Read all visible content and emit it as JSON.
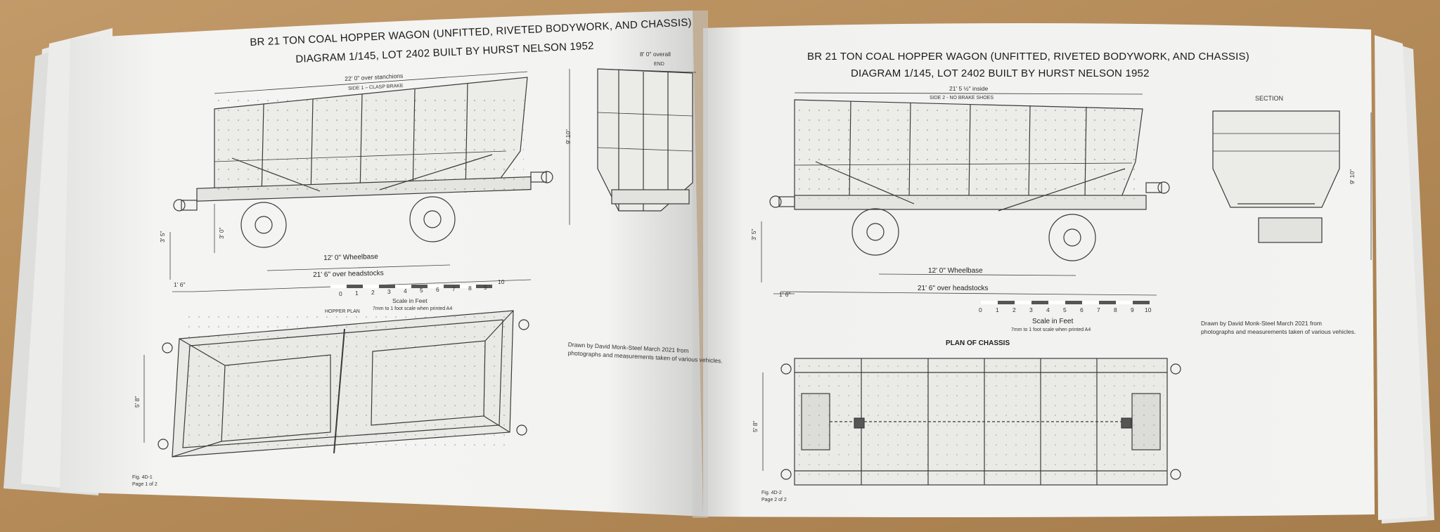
{
  "left_page": {
    "title_line1": "BR 21 TON COAL HOPPER WAGON (UNFITTED, RIVETED BODYWORK, AND CHASSIS)",
    "title_line2": "DIAGRAM 1/145, LOT 2402 BUILT BY HURST NELSON 1952",
    "dim_over_stanchions": "22' 0\" over stanchions",
    "side_label": "SIDE 1 – CLASP BRAKE",
    "end_overall": "8' 0\" overall",
    "end_label": "END",
    "height_end": "9' 10\"",
    "height_buffer": "3' 5\"",
    "height_floor": "3' 0\"",
    "wheelbase": "12' 0\" Wheelbase",
    "over_headstocks": "21' 6\" over headstocks",
    "buffer_len": "1' 6\"",
    "scale_numbers": [
      "0",
      "1",
      "2",
      "3",
      "4",
      "5",
      "6",
      "7",
      "8",
      "9",
      "10"
    ],
    "scale_label": "Scale in Feet",
    "scale_note": "7mm to 1 foot scale when printed A4",
    "plan_label": "HOPPER PLAN",
    "width_plan": "5' 8\"",
    "credit_line1": "Drawn by David Monk-Steel March 2021 from",
    "credit_line2": "photographs and measurements taken of various vehicles.",
    "fig": "Fig. 4D-1",
    "page": "Page 1 of 2"
  },
  "right_page": {
    "title_line1": "BR 21 TON COAL HOPPER WAGON (UNFITTED, RIVETED  BODYWORK, AND CHASSIS)",
    "title_line2": "DIAGRAM 1/145, LOT 2402 BUILT BY HURST NELSON 1952",
    "dim_inside": "21' 5 ½\" inside",
    "side_label": "SIDE 2 - NO BRAKE SHOES",
    "section_label": "SECTION",
    "height_section": "9' 10\"",
    "height_buffer": "3' 5\"",
    "wheelbase": "12' 0\"  Wheelbase",
    "over_headstocks": "21' 6\" over headstocks",
    "buffer_len": "1' 6\"",
    "scale_numbers": [
      "0",
      "1",
      "2",
      "3",
      "4",
      "5",
      "6",
      "7",
      "8",
      "9",
      "10"
    ],
    "scale_label": "Scale in Feet",
    "scale_note": "7mm to 1 foot scale when printed A4",
    "credit_line1": "Drawn by David Monk-Steel March 2021 from",
    "credit_line2": "photographs and measurements taken of various vehicles.",
    "plan_label": "PLAN OF CHASSIS",
    "width_plan": "5' 8\"",
    "fig": "Fig. 4D-2",
    "page": "Page 2 of 2"
  },
  "colors": {
    "table": "#b78f5e",
    "paper": "#f3f3f1",
    "ink": "#3a3a3a"
  }
}
